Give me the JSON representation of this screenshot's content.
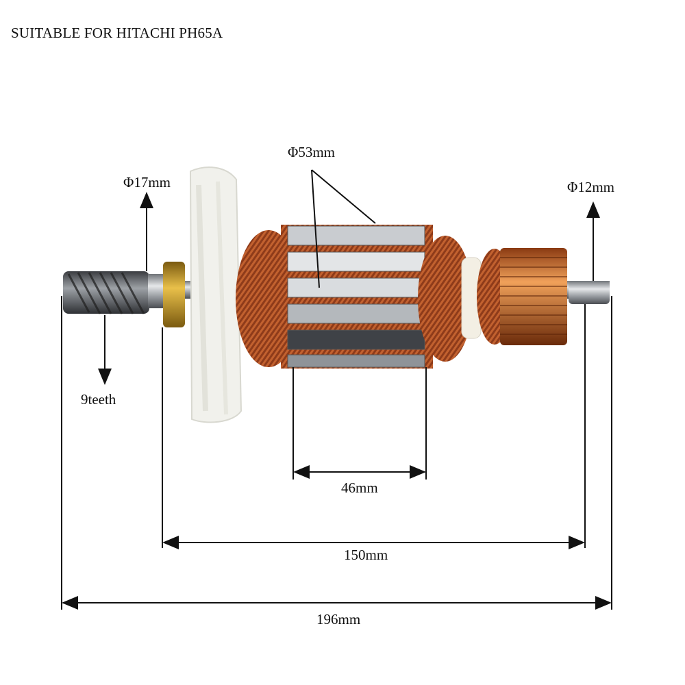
{
  "header": {
    "title": "SUITABLE FOR HITACHI PH65A"
  },
  "labels": {
    "dia_core": "Φ53mm",
    "dia_gear_side": "Φ17mm",
    "dia_shaft_end": "Φ12mm",
    "teeth": "9teeth",
    "core_length": "46mm",
    "bearing_span": "150mm",
    "total_length": "196mm"
  },
  "colors": {
    "copper": "#b5522a",
    "copper_dark": "#6e2a12",
    "commutator": "#d9782f",
    "steel": "#b9bcc0",
    "steel_dark": "#4a4d52",
    "brass": "#c9971f",
    "fan": "#f1f1ec",
    "line": "#111111"
  },
  "icons": [
    "arrow-up-icon",
    "arrow-down-icon",
    "dimension-arrow-icon"
  ]
}
